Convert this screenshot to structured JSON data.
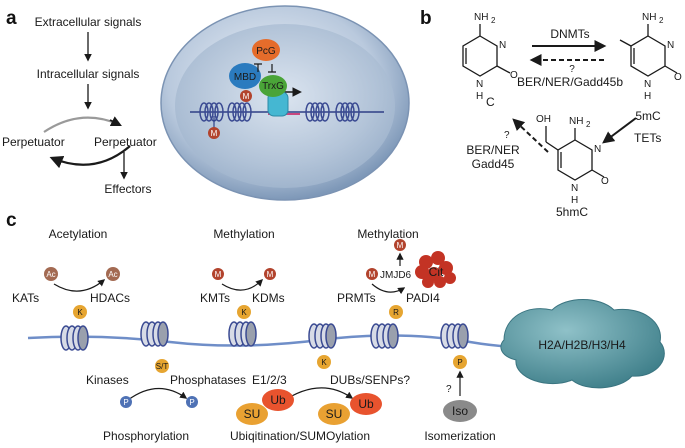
{
  "panels": {
    "a": {
      "label": "a",
      "cascade": [
        "Extracellular signals",
        "Intracellular signals"
      ],
      "perpetuator_left": "Perpetuator",
      "perpetuator_right": "Perpetuator",
      "effectors": "Effectors",
      "nucleus": {
        "pcg": "PcG",
        "mbd": "MBD",
        "trxg": "TrxG",
        "m": "M"
      }
    },
    "b": {
      "label": "b",
      "nh2": "NH",
      "sub2": "2",
      "atom_n": "N",
      "atom_h": "H",
      "atom_o": "O",
      "oh": "OH",
      "dnmts": "DNMTs",
      "q": "?",
      "ber_ner_gadd45b": "BER/NER/Gadd45b",
      "mc": "5mC",
      "tets": "TETs",
      "c": "C",
      "ber_ner": "BER/NER",
      "gadd45": "Gadd45",
      "hmc": "5hmC"
    },
    "c": {
      "label": "c",
      "acetylation": "Acetylation",
      "methylation1": "Methylation",
      "methylation2": "Methylation",
      "ac": "Ac",
      "kats": "KATs",
      "hdacs": "HDACs",
      "k": "K",
      "m": "M",
      "kmts": "KMTs",
      "kdms": "KDMs",
      "jmjd6": "JMJD6",
      "cit": "Cit",
      "prmts": "PRMTs",
      "padi4": "PADI4",
      "r": "R",
      "st": "S/T",
      "kinases": "Kinases",
      "phosphatases": "Phosphatases",
      "p": "P",
      "e123": "E1/2/3",
      "dubs": "DUBs/SENPs?",
      "su": "SU",
      "ub": "Ub",
      "q": "?",
      "iso": "Iso",
      "histones": "H2A/H2B/H3/H4",
      "phosphorylation": "Phosphorylation",
      "ubiquitination": "Ubiqitination/SUMOylation",
      "isomerization": "Isomerization"
    }
  },
  "colors": {
    "ac_bubble": "#a36a52",
    "m_bubble": "#b2432d",
    "k_bubble": "#e6a531",
    "p_bubble": "#4f72b5",
    "ub_bubble": "#e8532e",
    "su_bubble": "#e9a132",
    "iso_bubble": "#8a8a8a",
    "histone_blob": "#4f8e98",
    "pcg": "#e56c2b",
    "mbd": "#2b7bbf",
    "trxg": "#4aa438"
  }
}
